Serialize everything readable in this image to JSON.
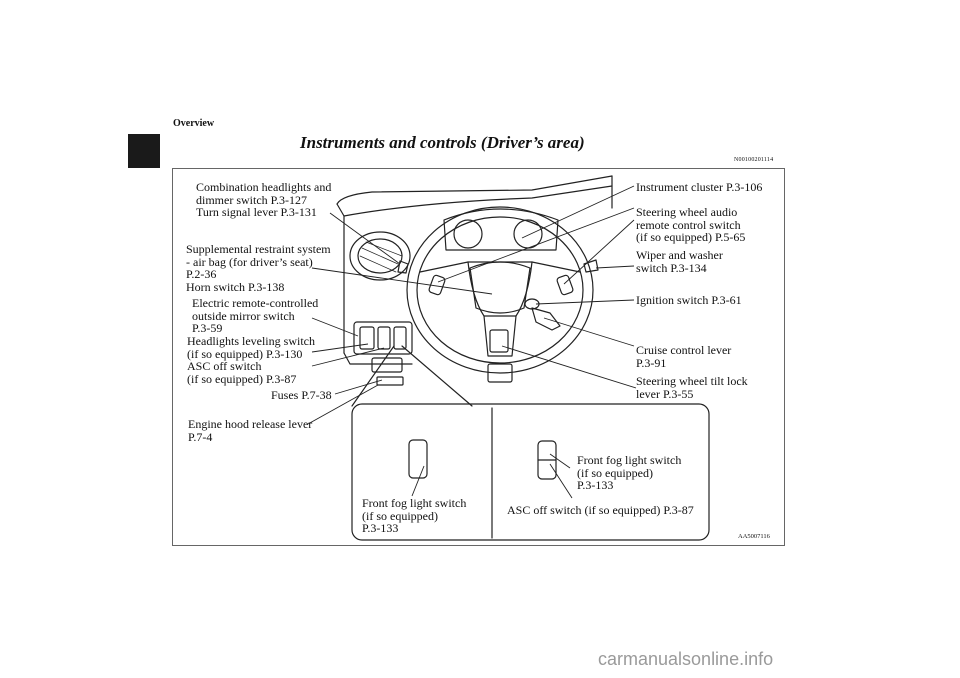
{
  "header": {
    "section": "Overview",
    "title": "Instruments and controls (Driver’s area)",
    "code": "N00100201114"
  },
  "labels": {
    "combination": "Combination headlights and\ndimmer switch P.3-127\nTurn signal lever P.3-131",
    "airbag": "Supplemental restraint system\n- air bag (for driver’s seat)\nP.2-36\nHorn switch P.3-138",
    "mirror": "Electric remote-controlled\noutside mirror switch\nP.3-59",
    "headlights_leveling": "Headlights leveling switch\n(if so equipped) P.3-130\nASC off switch\n(if so equipped) P.3-87",
    "fuses": "Fuses P.7-38",
    "hood": "Engine hood release lever\nP.7-4",
    "instrument": "Instrument cluster P.3-106",
    "audio": "Steering wheel audio\nremote control switch\n(if so equipped) P.5-65",
    "wiper": "Wiper and washer\nswitch P.3-134",
    "ignition": "Ignition switch P.3-61",
    "cruise": "Cruise control lever\nP.3-91",
    "tilt": "Steering wheel tilt lock\nlever P.3-55",
    "fog_left": "Front fog light switch\n(if so equipped)\nP.3-133",
    "fog_right": "Front fog light switch\n(if so equipped)\nP.3-133",
    "asc": "ASC off switch (if so equipped) P.3-87"
  },
  "figure_id": "AA5007116",
  "watermark": "carmanualsonline.info"
}
